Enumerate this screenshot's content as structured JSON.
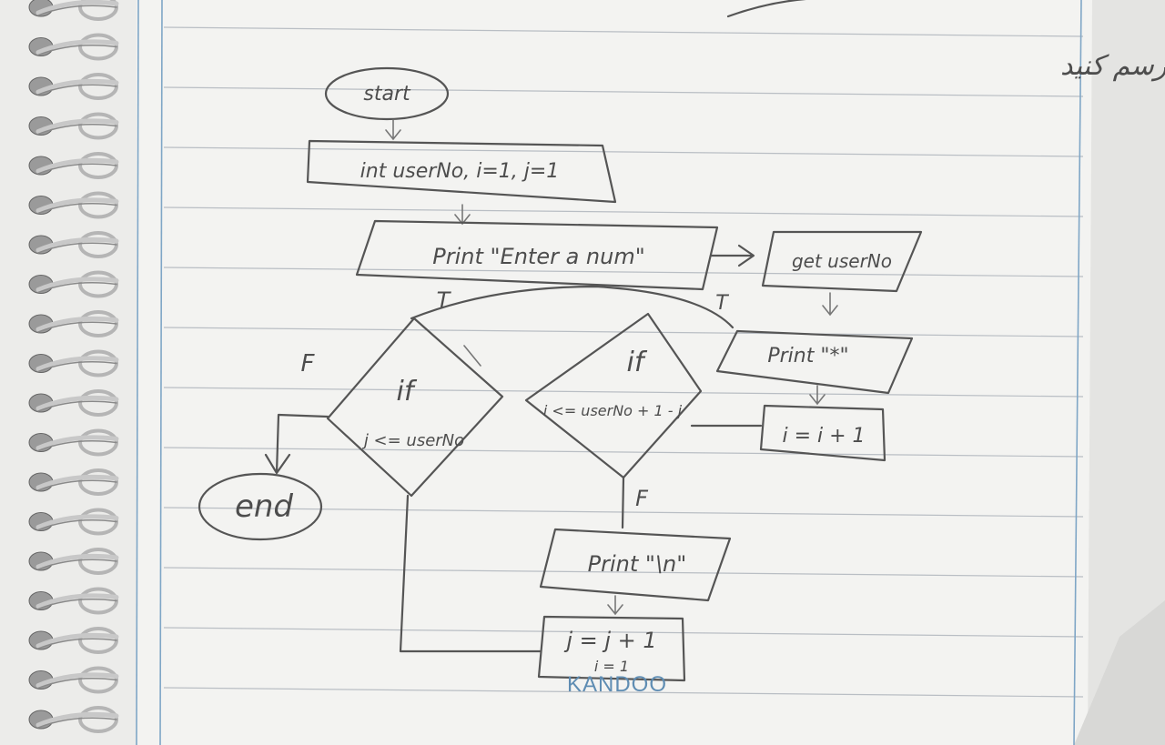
{
  "header_note": "فلوچارت برنامه ای را رسم کنید",
  "nodes": {
    "start": "start",
    "init": "int userNo, i=1, j=1",
    "prompt": "Print \"Enter a num\"",
    "input": "get userNo",
    "outer_if_line1": "if",
    "outer_if_line2": "j <= userNo",
    "inner_if_line1": "if",
    "inner_if_line2": "i <= userNo + 1 - j",
    "print_star": "Print \"*\"",
    "inc_i": "i = i + 1",
    "print_newline": "Print \"\\n\"",
    "inc_j_line1": "j = j + 1",
    "inc_j_line2": "i = 1",
    "end": "end"
  },
  "edge_labels": {
    "outer_true": "T",
    "outer_false": "F",
    "inner_true": "T",
    "inner_false": "F"
  },
  "watermark": "KANDOO"
}
